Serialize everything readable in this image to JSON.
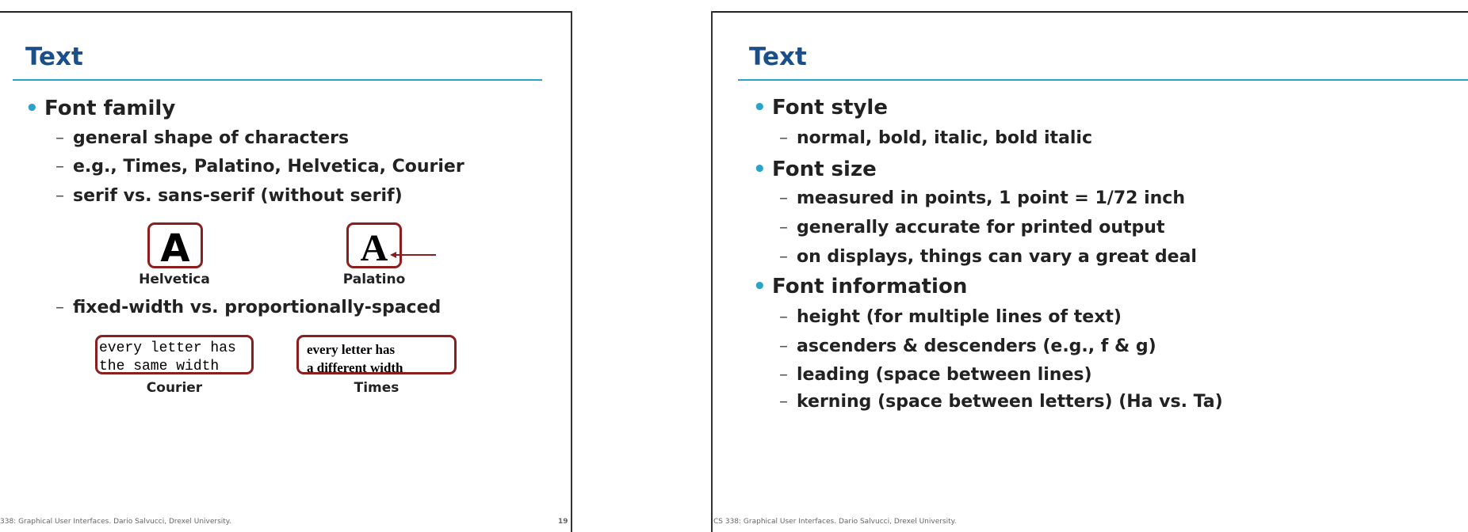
{
  "left_slide": {
    "title": "Text",
    "bullet_1": "Font family",
    "sub_1": "general shape of characters",
    "sub_2": "e.g., Times, Palatino, Helvetica, Courier",
    "sub_3": "serif vs. sans-serif  (without serif)",
    "sample_helvetica_glyph": "A",
    "sample_helvetica_label": "Helvetica",
    "sample_palatino_glyph": "A",
    "sample_palatino_label": "Palatino",
    "sub_4": "fixed-width vs. proportionally-spaced",
    "courier_line_1": "every letter has",
    "courier_line_2": "the same width",
    "courier_label": "Courier",
    "times_line_1": "every letter has",
    "times_line_2": "a different width",
    "times_label": "Times",
    "footer": "338: Graphical User Interfaces.  Dario Salvucci, Drexel University.",
    "page_number": "19"
  },
  "right_slide": {
    "title": "Text",
    "bullet_1": "Font style",
    "b1_sub_1": "normal, bold, italic, bold italic",
    "bullet_2": "Font size",
    "b2_sub_1": "measured in points, 1 point = 1/72 inch",
    "b2_sub_2": "generally accurate for printed output",
    "b2_sub_3": "on displays, things can vary a great deal",
    "bullet_3": "Font information",
    "b3_sub_1": "height  (for multiple lines of text)",
    "b3_sub_2": "ascenders & descenders  (e.g., f & g)",
    "b3_sub_3": "leading  (space between lines)",
    "b3_sub_4": "kerning  (space between letters)  (Ha vs. Ta)",
    "footer": "CS 338: Graphical User Interfaces.  Dario Salvucci, Drexel University."
  },
  "colors": {
    "title": "#1b4f8a",
    "rule": "#2aa2c9",
    "bullet": "#2aa2c9",
    "box_border": "#8b1e1e"
  }
}
